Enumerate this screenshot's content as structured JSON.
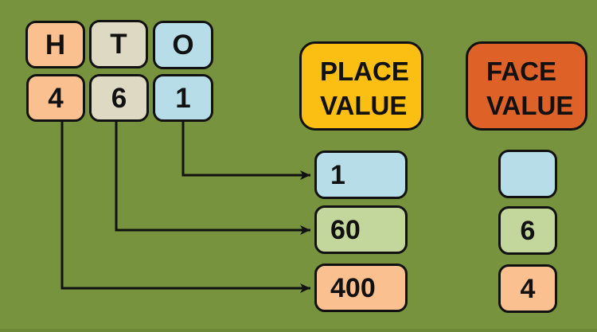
{
  "diagram": {
    "topic": "PLACE VALUE vs FACE VALUE of digits in 461",
    "number_grid": {
      "letters": [
        "H",
        "T",
        "O"
      ],
      "digits": [
        "4",
        "6",
        "1"
      ]
    },
    "place_value_column": {
      "header_line1": "PLACE",
      "header_line2": "VALUE",
      "values": [
        "1",
        "60",
        "400"
      ]
    },
    "face_value_column": {
      "header_line1": "FACE",
      "header_line2": "VALUE",
      "values": [
        "",
        "6",
        "4"
      ]
    }
  },
  "colors": {
    "background": "#77933D",
    "bottom_strip": "#6d8837",
    "peach": "#FAC090",
    "tan": "#DDD9C3",
    "light_blue": "#B7DEE8",
    "light_green": "#C3D69B",
    "header_yellow": "#FBBE12",
    "header_orange": "#DE6227",
    "outline": "#111111"
  }
}
